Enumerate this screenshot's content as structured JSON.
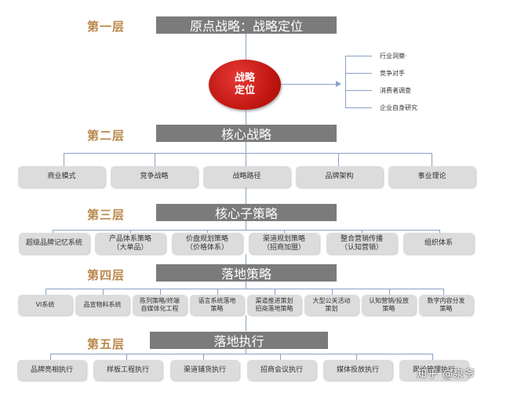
{
  "layers": {
    "l1": {
      "label": "第一层",
      "title": "原点战略：战略定位",
      "circle_line1": "战略",
      "circle_line2": "定位",
      "analysis": [
        "行业洞察·",
        "竞争对手",
        "消费者调查",
        "企业自身研究"
      ]
    },
    "l2": {
      "label": "第二层",
      "title": "核心战略",
      "items": [
        "商业模式",
        "竞争战略",
        "战略路径",
        "品牌架构",
        "事业理论"
      ]
    },
    "l3": {
      "label": "第三层",
      "title": "核心子策略",
      "items": [
        {
          "line1": "超级品牌记忆系统",
          "line2": ""
        },
        {
          "line1": "产品体系策略",
          "line2": "（大单品）"
        },
        {
          "line1": "价盘规划策略",
          "line2": "（价格体系）"
        },
        {
          "line1": "渠道规划策略",
          "line2": "（招商加盟）"
        },
        {
          "line1": "整合营销传播",
          "line2": "（认知营销）"
        },
        {
          "line1": "组织体系",
          "line2": ""
        }
      ]
    },
    "l4": {
      "label": "第四层",
      "title": "落地策略",
      "items": [
        {
          "line1": "VI系统",
          "line2": ""
        },
        {
          "line1": "品宣物料系统",
          "line2": ""
        },
        {
          "line1": "陈列策略/终端",
          "line2": "自媒体化工程"
        },
        {
          "line1": "语言系统落地",
          "line2": "策略"
        },
        {
          "line1": "渠道推进策划",
          "line2": "招商落地策略"
        },
        {
          "line1": "大型公关活动",
          "line2": "策划"
        },
        {
          "line1": "认知营销/投放",
          "line2": "策略"
        },
        {
          "line1": "数字内容分发",
          "line2": "策略"
        }
      ]
    },
    "l5": {
      "label": "第五层",
      "title": "落地执行",
      "items": [
        "品牌亮相执行",
        "样板工程执行",
        "渠道铺货执行",
        "招商会议执行",
        "媒体投放执行",
        "舆论管理执行"
      ]
    }
  },
  "watermark": "知乎 @泉爷",
  "colors": {
    "layer_label": "#b8874a",
    "bar": "#7b7b7b",
    "circle": "#c21812",
    "box": "#dcdcdc",
    "connector": "#8aa2c6"
  }
}
